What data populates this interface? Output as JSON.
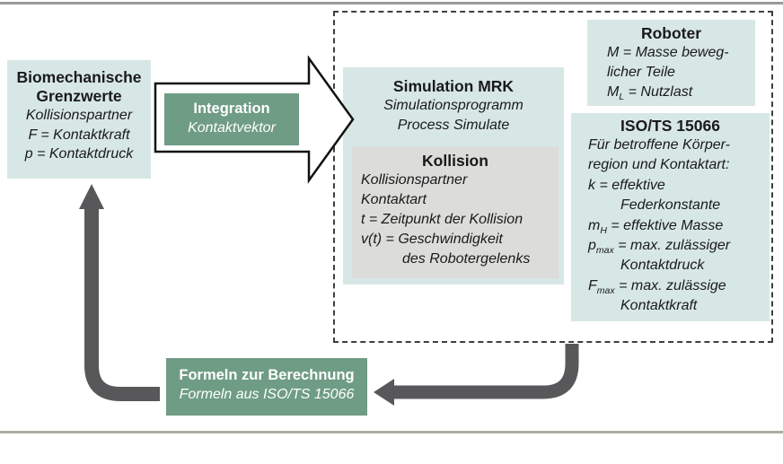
{
  "diagram": {
    "biomech": {
      "title": "Biomechanische Grenzwerte",
      "line1": "Kollisionspartner",
      "line2": "F = Kontaktkraft",
      "line3": "p = Kontaktdruck"
    },
    "integration": {
      "title": "Integration",
      "subtitle": "Kontaktvektor"
    },
    "simulation": {
      "title": "Simulation MRK",
      "line1": "Simulationsprogramm",
      "line2": "Process Simulate"
    },
    "kollision": {
      "title": "Kollision",
      "line1": "Kollisionspartner",
      "line2": "Kontaktart",
      "line3": "t = Zeitpunkt der Kollision",
      "line4": "v(t) = Geschwindigkeit",
      "line5": "des Robotergelenks"
    },
    "roboter": {
      "title": "Roboter",
      "line1": "M = Masse beweg-",
      "line2": "licher Teile",
      "line3": {
        "pre": "M",
        "sub": "L",
        "post": " = Nutzlast"
      }
    },
    "iso": {
      "title": "ISO/TS 15066",
      "line1": "Für betroffene Körper-",
      "line2": "region und Kontaktart:",
      "line3": "k = effektive",
      "line4": "Federkonstante",
      "line5": {
        "pre": "m",
        "sub": "H",
        "post": " = effektive Masse"
      },
      "line6": {
        "pre": "p",
        "sub": "max",
        "post": " = max. zulässiger"
      },
      "line7": "Kontaktdruck",
      "line8": {
        "pre": "F",
        "sub": "max",
        "post": " = max. zulässige"
      },
      "line9": "Kontaktkraft"
    },
    "formeln": {
      "title": "Formeln zur Berechnung",
      "subtitle": "Formeln aus ISO/TS 15066"
    }
  },
  "colors": {
    "teal_box": "#d7e7e5",
    "gray_box": "#dcdcda",
    "green_box": "#6f9c84",
    "arrow_gray": "#58585a",
    "top_rule": "#9b9b9b",
    "bottom_rule": "#b1ada5"
  }
}
